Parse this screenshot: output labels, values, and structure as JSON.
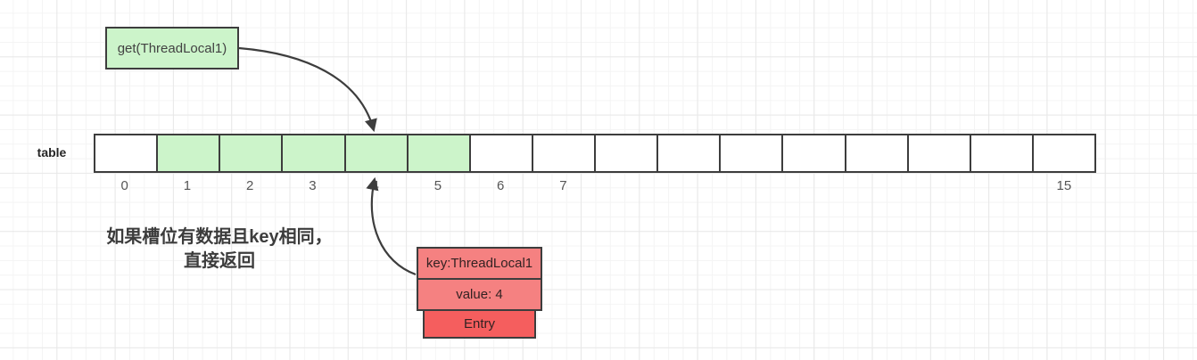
{
  "get_box": {
    "label": "get(ThreadLocal1)"
  },
  "table": {
    "label": "table",
    "cell_count": 16,
    "highlighted_cells": [
      1,
      2,
      3,
      4,
      5
    ],
    "index_labels": [
      {
        "cell": 0,
        "label": "0"
      },
      {
        "cell": 1,
        "label": "1"
      },
      {
        "cell": 2,
        "label": "2"
      },
      {
        "cell": 3,
        "label": "3"
      },
      {
        "cell": 4,
        "label": "4"
      },
      {
        "cell": 5,
        "label": "5"
      },
      {
        "cell": 6,
        "label": "6"
      },
      {
        "cell": 7,
        "label": "7"
      },
      {
        "cell": 15,
        "label": "15"
      }
    ]
  },
  "annotation": {
    "line1": "如果槽位有数据且key相同，",
    "line2": "直接返回"
  },
  "entry_stack": {
    "key": "key:ThreadLocal1",
    "value": "value: 4",
    "title": "Entry"
  },
  "arrows": [
    {
      "name": "get-to-slot-4",
      "from": "get_box",
      "to": "table cell 4 top"
    },
    {
      "name": "entry-to-slot-4",
      "from": "entry_stack key box",
      "to": "table cell 4 bottom"
    }
  ],
  "colors": {
    "highlight_green": "#ccf4ca",
    "entry_salmon": "#f58181",
    "entry_red": "#f55e5e",
    "shape_border": "#3d3d3d",
    "arrow": "#3d3d3d"
  }
}
